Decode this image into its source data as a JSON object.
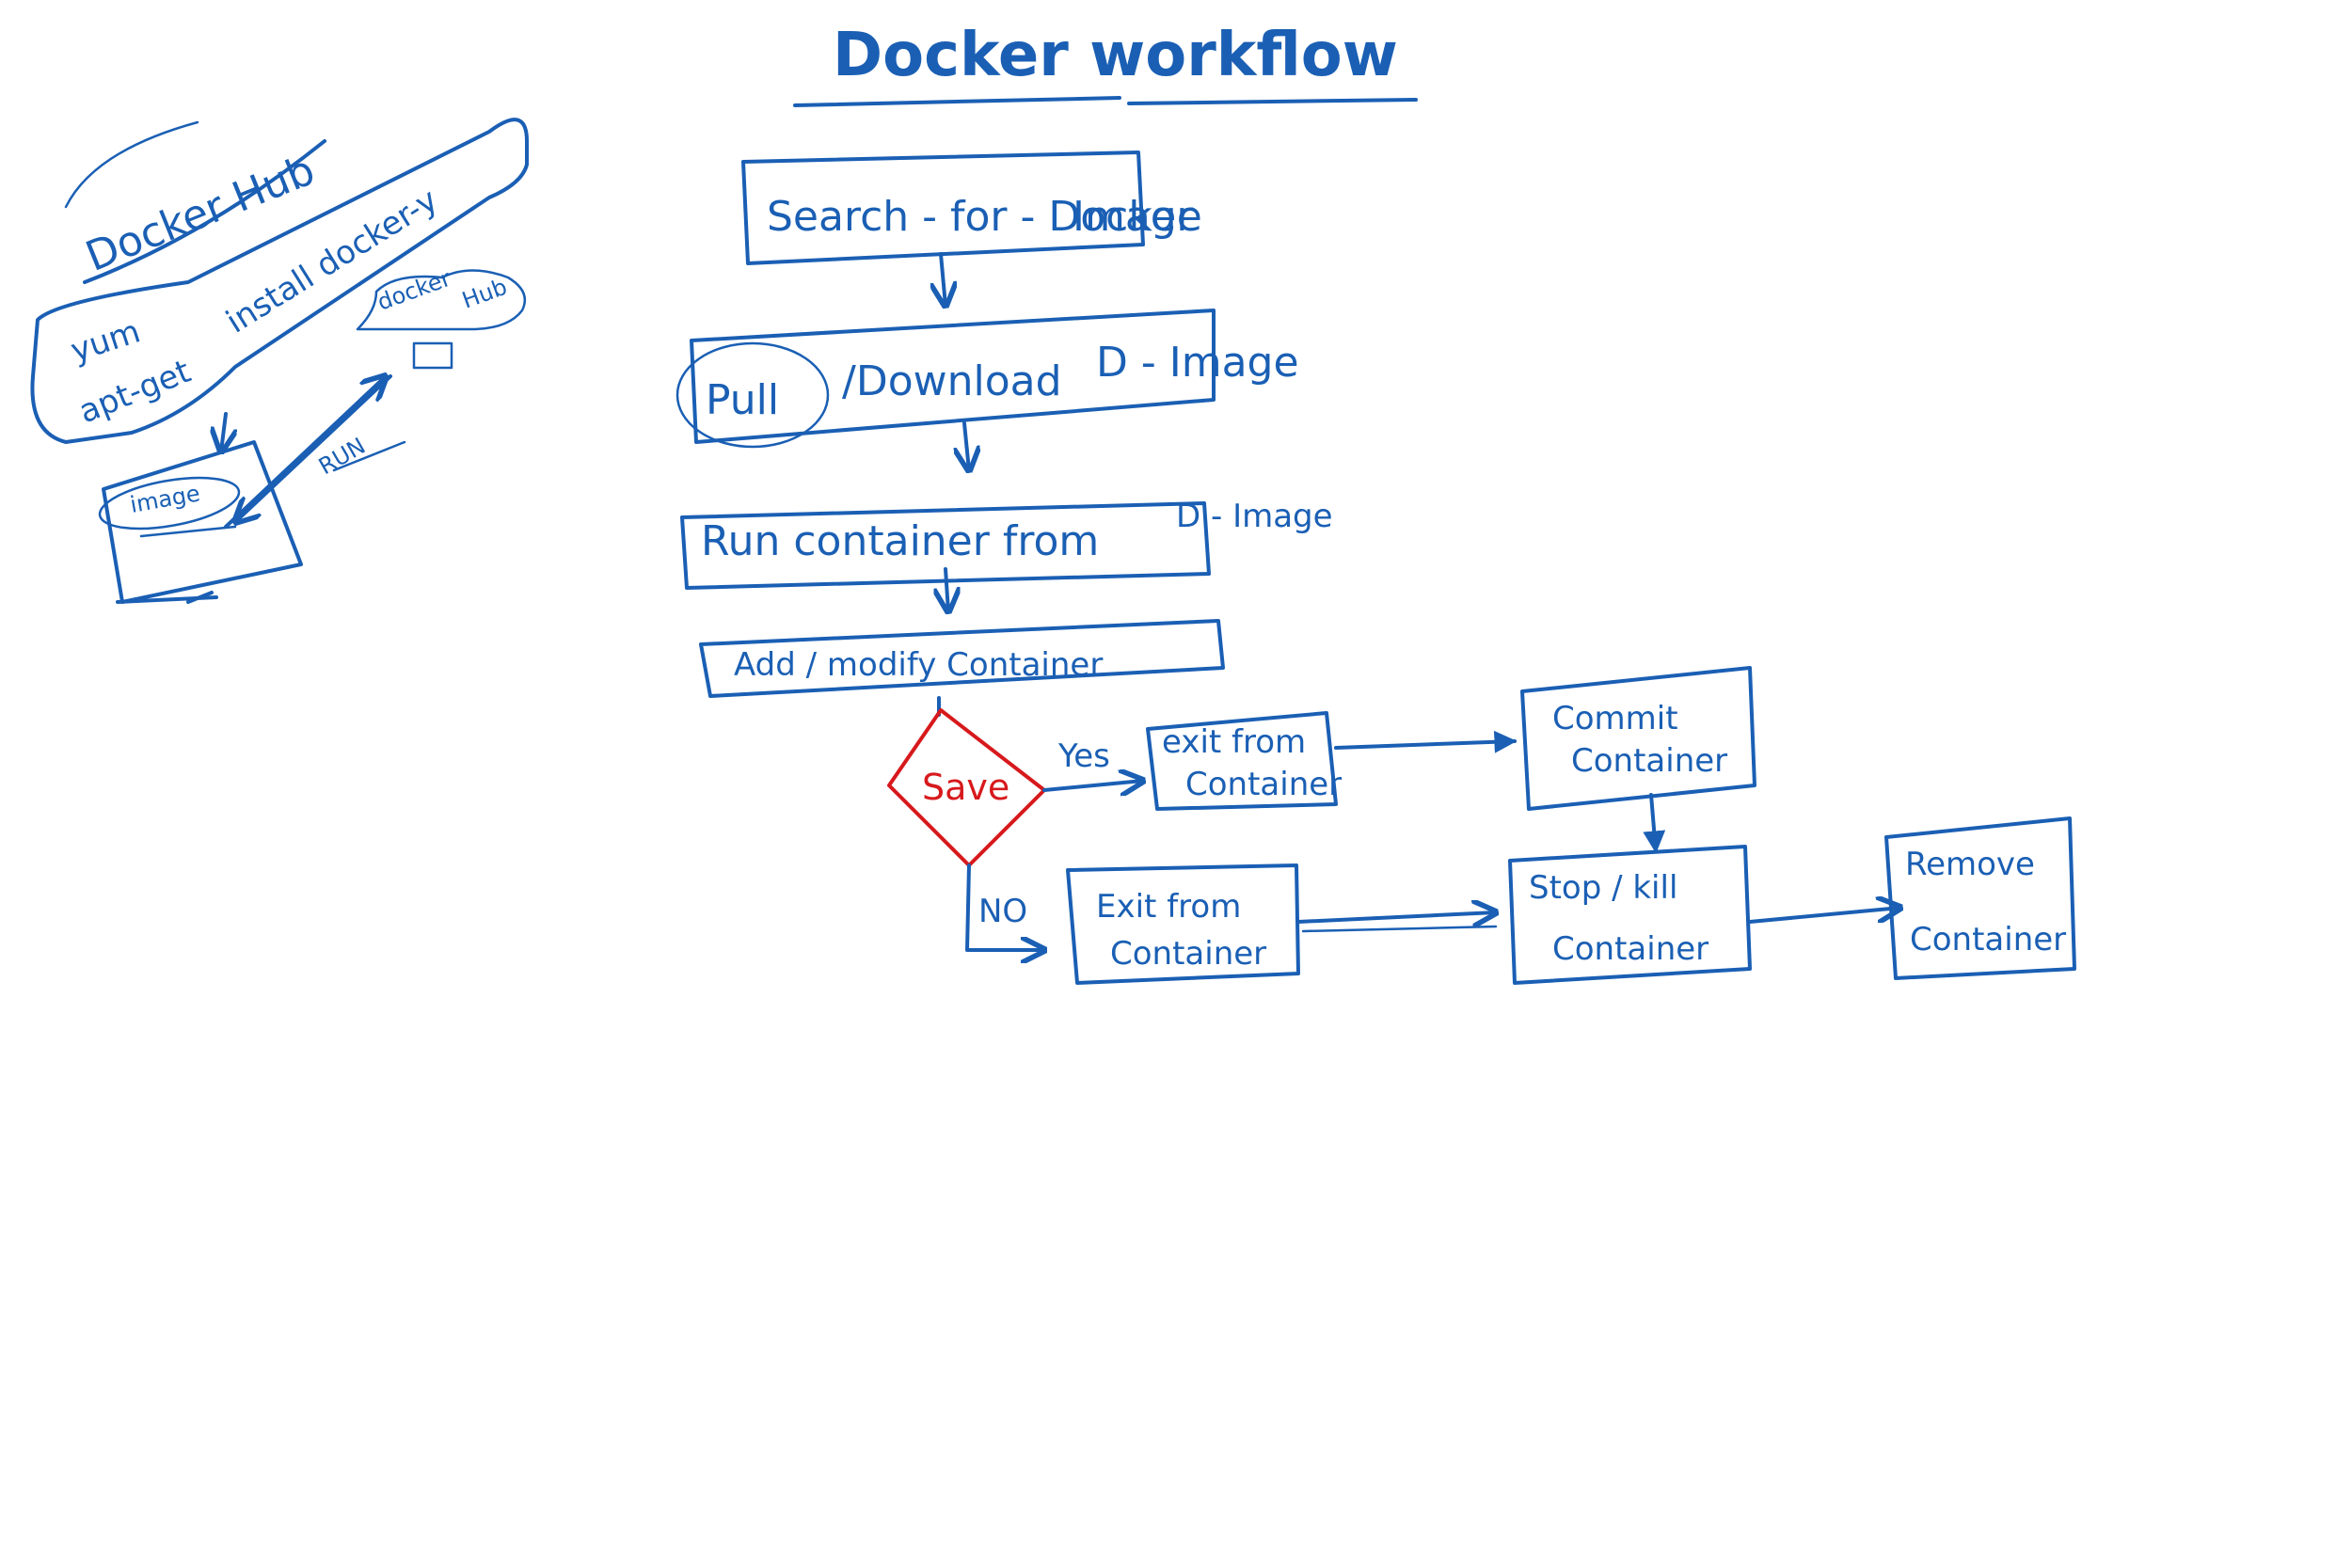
{
  "title": "Docker workflow",
  "side_notes": {
    "heading": "Docker Hub",
    "cmd_left_1": "yum",
    "cmd_left_2": "apt-get",
    "cmd_right": "install docker-y",
    "cloud_label_1": "docker",
    "cloud_label_2": "Hub",
    "image_label": "image",
    "run_label": "RUN"
  },
  "flow": {
    "search": {
      "line1": "Search - for - Docker",
      "line2": "Image"
    },
    "pull": {
      "word": "Pull",
      "rest": "/Download",
      "suffix": "D - Image"
    },
    "run": {
      "main": "Run container from",
      "suffix": "D - Image"
    },
    "modify": "Add / modify Container",
    "decision": "Save",
    "yes_label": "Yes",
    "no_label": "NO",
    "exit_yes": {
      "line1": "exit from",
      "line2": "Container"
    },
    "commit": {
      "line1": "Commit",
      "line2": "Container"
    },
    "exit_no": {
      "line1": "Exit from",
      "line2": "Container"
    },
    "stop": {
      "line1": "Stop / kill",
      "line2": "Container"
    },
    "remove": {
      "line1": "Remove",
      "line2": "Container"
    }
  },
  "colors": {
    "ink": "#1a5fb4",
    "decision": "#d7191c",
    "background": "#ffffff"
  }
}
